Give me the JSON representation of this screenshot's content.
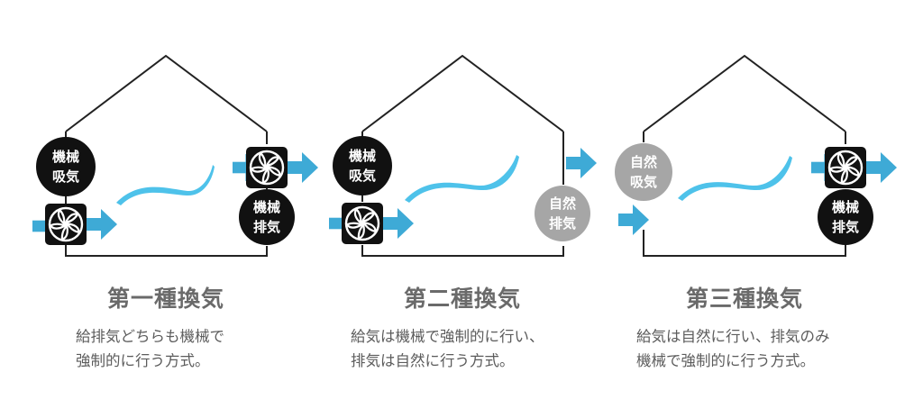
{
  "colors": {
    "arrow": "#3eaad6",
    "airflow": "#4ec2ea",
    "machine": "#111111",
    "natural": "#a6a6a6",
    "house": "#222222",
    "text": "#5c5c5c"
  },
  "icons": {
    "fan": "fan-icon",
    "arrow": "arrow-right-icon",
    "airflow": "airflow-wave-icon"
  },
  "panels": [
    {
      "title": "第一種換気",
      "desc": [
        "給排気どちらも機械で",
        "強制的に行う方式。"
      ],
      "badges": [
        {
          "line1": "機械",
          "line2": "吸気",
          "kind": "machine"
        },
        {
          "line1": "機械",
          "line2": "排気",
          "kind": "machine"
        }
      ]
    },
    {
      "title": "第二種換気",
      "desc": [
        "給気は機械で強制的に行い、",
        "排気は自然に行う方式。"
      ],
      "badges": [
        {
          "line1": "機械",
          "line2": "吸気",
          "kind": "machine"
        },
        {
          "line1": "自然",
          "line2": "排気",
          "kind": "natural"
        }
      ]
    },
    {
      "title": "第三種換気",
      "desc": [
        "給気は自然に行い、排気のみ",
        "機械で強制的に行う方式。"
      ],
      "badges": [
        {
          "line1": "自然",
          "line2": "吸気",
          "kind": "natural"
        },
        {
          "line1": "機械",
          "line2": "排気",
          "kind": "machine"
        }
      ]
    }
  ]
}
